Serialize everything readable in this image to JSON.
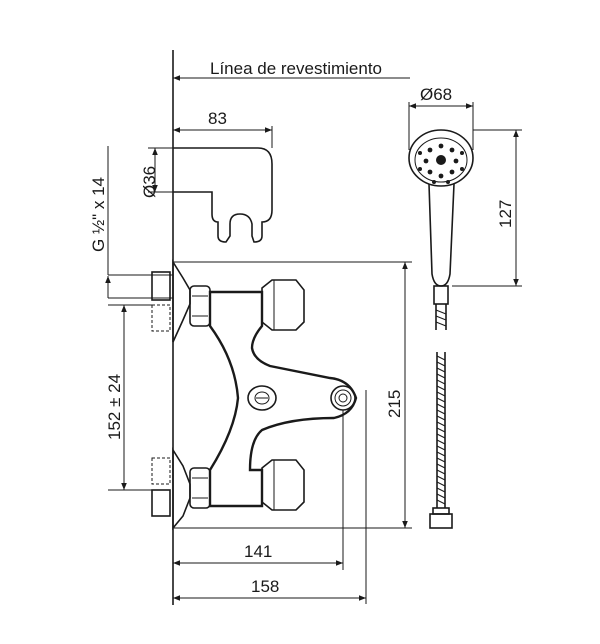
{
  "labels": {
    "wall_line": "Línea de revestimiento",
    "spout_length": "83",
    "spout_diameter": "Ø36",
    "thread": "G ½\" x 14",
    "center_distance": "152 ± 24",
    "body_height": "215",
    "depth_to_diverter": "141",
    "total_depth": "158",
    "shower_head_diameter": "Ø68",
    "shower_length": "127"
  },
  "colors": {
    "ink": "#1a1a1a",
    "background": "#ffffff"
  }
}
